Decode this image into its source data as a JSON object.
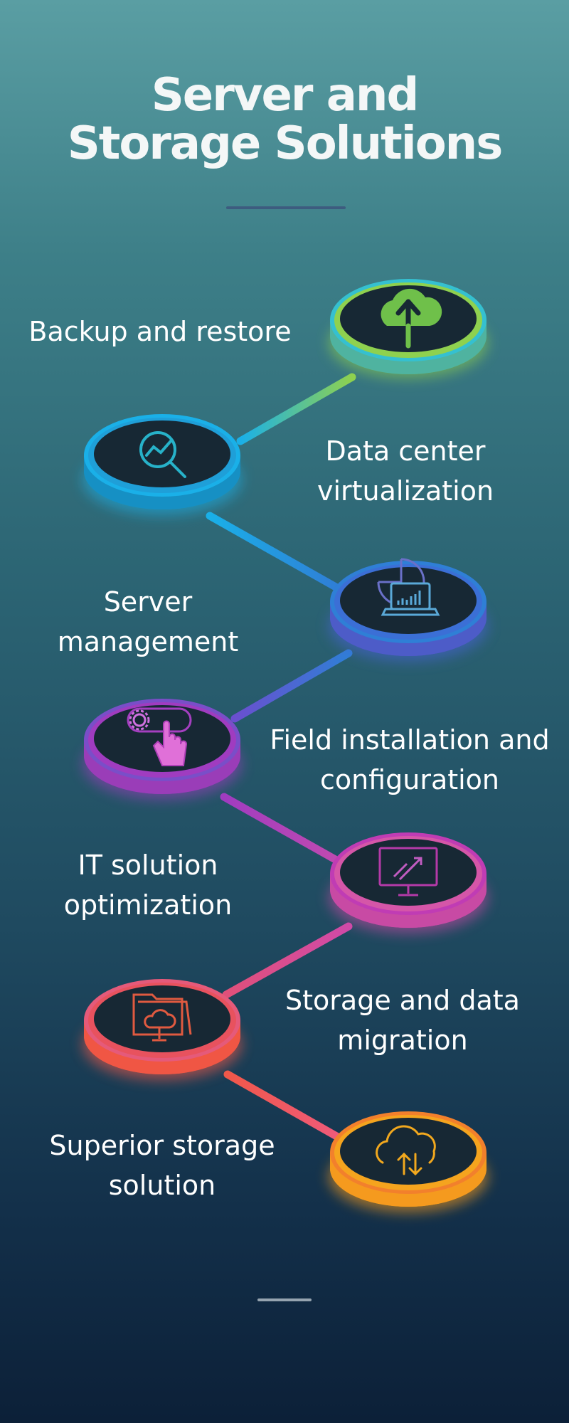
{
  "title": "Server and\nStorage Solutions",
  "colors": {
    "green": "#8fd14f",
    "cyan": "#1ab0e8",
    "blue": "#2f7fd6",
    "purple": "#a03cc0",
    "magenta": "#d04aa8",
    "coral": "#f0584a",
    "orange": "#f59a1e",
    "node_face": "#172834"
  },
  "items": [
    {
      "label": "Backup and restore",
      "icon": "cloud-upload-icon"
    },
    {
      "label": "Data center\nvirtualization",
      "icon": "magnifier-chart-icon"
    },
    {
      "label": "Server\nmanagement",
      "icon": "laptop-pie-chart-icon"
    },
    {
      "label": "Field installation and\nconfiguration",
      "icon": "gear-pointer-icon"
    },
    {
      "label": "IT solution\noptimization",
      "icon": "monitor-growth-icon"
    },
    {
      "label": "Storage and data\nmigration",
      "icon": "folder-cloud-icon"
    },
    {
      "label": "Superior storage\nsolution",
      "icon": "cloud-sync-icon"
    }
  ]
}
